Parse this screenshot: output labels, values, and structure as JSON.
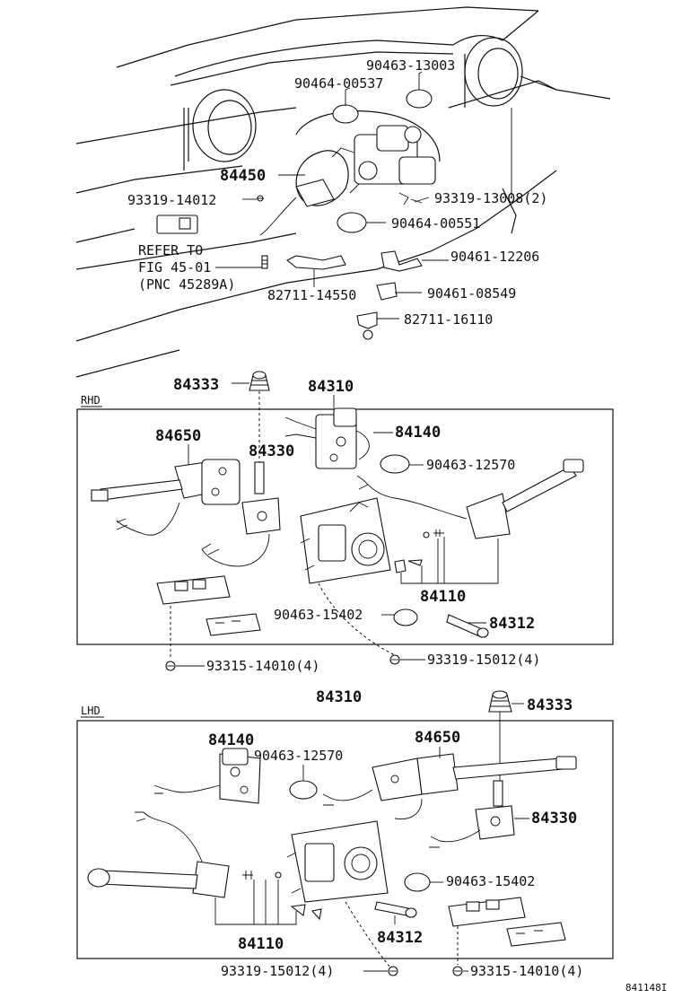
{
  "top_labels": {
    "p90463_13003": "90463-13003",
    "p90464_00537": "90464-00537",
    "p84450": "84450",
    "p93319_14012": "93319-14012",
    "p93319_13008": "93319-13008(2)",
    "p90464_00551": "90464-00551",
    "refer_line1": "REFER TO",
    "refer_line2": "FIG 45-01",
    "refer_line3": "(PNC 45289A)",
    "p90461_12206": "90461-12206",
    "p82711_14550": "82711-14550",
    "p90461_08549": "90461-08549",
    "p82711_16110": "82711-16110"
  },
  "rhd": {
    "section_label": "RHD",
    "p84333": "84333",
    "p84310": "84310",
    "p84140": "84140",
    "p84650": "84650",
    "p84330": "84330",
    "p90463_12570": "90463-12570",
    "p84110": "84110",
    "p90463_15402": "90463-15402",
    "p84312": "84312",
    "p93315_14010": "93315-14010(4)",
    "p93319_15012": "93319-15012(4)"
  },
  "lhd": {
    "section_label": "LHD",
    "p84310": "84310",
    "p84333": "84333",
    "p84140": "84140",
    "p90463_12570": "90463-12570",
    "p84650": "84650",
    "p84330": "84330",
    "p90463_15402": "90463-15402",
    "p84110": "84110",
    "p84312": "84312",
    "p93319_15012": "93319-15012(4)",
    "p93315_14010": "93315-14010(4)"
  },
  "figure_number": "841148I"
}
